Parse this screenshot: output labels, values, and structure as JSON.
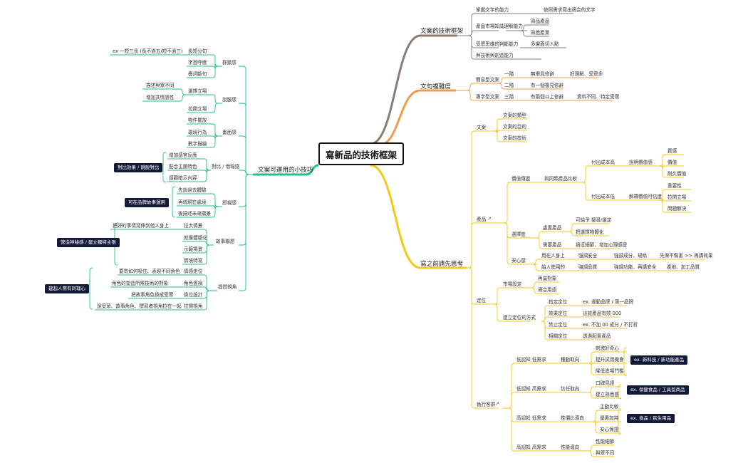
{
  "colors": {
    "brown": "#8c7b73",
    "orange": "#f29b49",
    "yellow": "#f4c81c",
    "green": "#22c08a",
    "badge": "#121a38"
  },
  "root": "寫新品的技術框架",
  "b1": {
    "title": "文案的技術框架",
    "items": [
      "掌握文字的能力",
      "產品市場知識理解能力",
      "受眾思維的判斷能力",
      "與技術與創造能力"
    ],
    "sub": [
      "依照需求寫出適合的文字",
      "熟品產品",
      "熟悉產業",
      "多層面切入點"
    ]
  },
  "b2": {
    "title": "文句複雜度",
    "groups": [
      "簡易型文案",
      "專字型文案"
    ],
    "levels": [
      "一階",
      "二階",
      "三階"
    ],
    "desc": [
      "無需見修辭",
      "有一個複見修辭",
      "有兩個以上修辭"
    ],
    "extra": [
      "好理解、受眾多",
      "資料不同、特定受眾"
    ]
  },
  "b3": {
    "title": "寫之前請先思考",
    "wenan": {
      "label": "文案",
      "items": [
        "文案的類型",
        "文案的目的",
        "文案的技術"
      ]
    },
    "chanpin": {
      "label": "產品",
      "items": [
        "價值傳遞",
        "選擇度",
        "安心感"
      ],
      "jiazhi": {
        "sub": "與同類產品比較",
        "a": "付出成本高",
        "a_sub": "說明價值感",
        "a_leaves": [
          "質感",
          "價值",
          "耐久價值"
        ],
        "b": "付出成本低",
        "b_sub": "解釋價值可信度",
        "b_leaves": [
          "重要性",
          "拉開立場",
          "問題解決"
        ]
      },
      "xuanze": {
        "items": [
          "處置產品",
          "需要產品"
        ],
        "leaves": [
          "可給予 搜尋/選定",
          "把選擇物體化",
          "搞逗細節、增加心理感受"
        ]
      },
      "anxin": {
        "rows": [
          [
            "用在人身上",
            "強調安全",
            "強調成分、規格",
            "先保不傷害 >> 再講效果"
          ],
          [
            "給人使用的",
            "強調品質",
            "強調功能、再講安全",
            "產地、加工品質"
          ]
        ]
      }
    },
    "dingwei": {
      "label": "定位",
      "sub": [
        "市場設定",
        "建立定位的方式"
      ],
      "market": [
        "再識對象",
        "適合用語"
      ],
      "methods": [
        [
          "指定定位",
          "ex. 運動品牌 / 第一品牌"
        ],
        [
          "效果定位",
          "這款產品有效 000"
        ],
        [
          "禁止定位",
          "ex. 不加 00 成分 / 不打折"
        ],
        [
          "相關定位",
          "透過配置產品"
        ]
      ]
    },
    "zhixing": {
      "label": "執行客群",
      "rows": [
        [
          "低認知 低需求",
          "種動取向",
          [
            "刺激好奇心",
            "提升試用機會",
            "降低進場門檻"
          ],
          "ex. 新科技 / 新功能產品"
        ],
        [
          "低認知 高需求",
          "信任取向",
          [
            "口碑見證",
            "建立熟悉感"
          ],
          "ex. 保健食品 / 工具型商品"
        ],
        [
          "高認知 低需求",
          "性價比導向",
          [
            "主動比較",
            "優惠加持",
            "安心保證"
          ],
          "ex. 食品 / 民生用品"
        ],
        [
          "高認知 高需求",
          "性能導向",
          [
            "性能細節",
            "與眾不同"
          ],
          ""
        ]
      ]
    }
  },
  "b4": {
    "title": "文案可運用的小技巧",
    "groups": [
      "群聚感",
      "說服感",
      "畫面感",
      "對比 / 借喻感",
      "即視感",
      "故事聯想",
      "提問視角"
    ],
    "qunju": {
      "items": [
        "長短分句",
        "字首呼應",
        "疊詞斷句"
      ],
      "note": "ex 一短三長 (長不過五/短不過三)"
    },
    "shuofu": {
      "items": [
        "選擇立場",
        "拉開立場"
      ],
      "notes": [
        "描述與眾不同",
        "增加共情感性"
      ]
    },
    "huamian": [
      "物件擺放",
      "環境行為",
      "數字描繪"
    ],
    "duibi": {
      "items": [
        "增加感官反應",
        "配合主題特色",
        "感觀暗示內容"
      ],
      "badge": "對比效果 / 跳脫對比"
    },
    "jishi": {
      "items": [
        "先談過去體驗",
        "再增現在處境",
        "後描述未來願景"
      ],
      "badge": "可在品牌故事運用"
    },
    "gushi": {
      "items": [
        "拉大情景",
        "就像體驗化",
        "示範場景",
        "情境特寫"
      ],
      "note": "把好的事情延伸到他人身上",
      "badge": "營造神秘感 / 建立獨特主張"
    },
    "tiwen": {
      "items": [
        "情感走位",
        "角色置換",
        "換位設計",
        "拉開視角"
      ],
      "notes": [
        "要有如何吸住、表現不同角色",
        "角色的塑造所需技術的對象",
        "把故事角色換成受眾",
        "說受眾、故事角色、撰寫者視角拉在一起"
      ],
      "badge": "建起人際有同理心"
    }
  }
}
